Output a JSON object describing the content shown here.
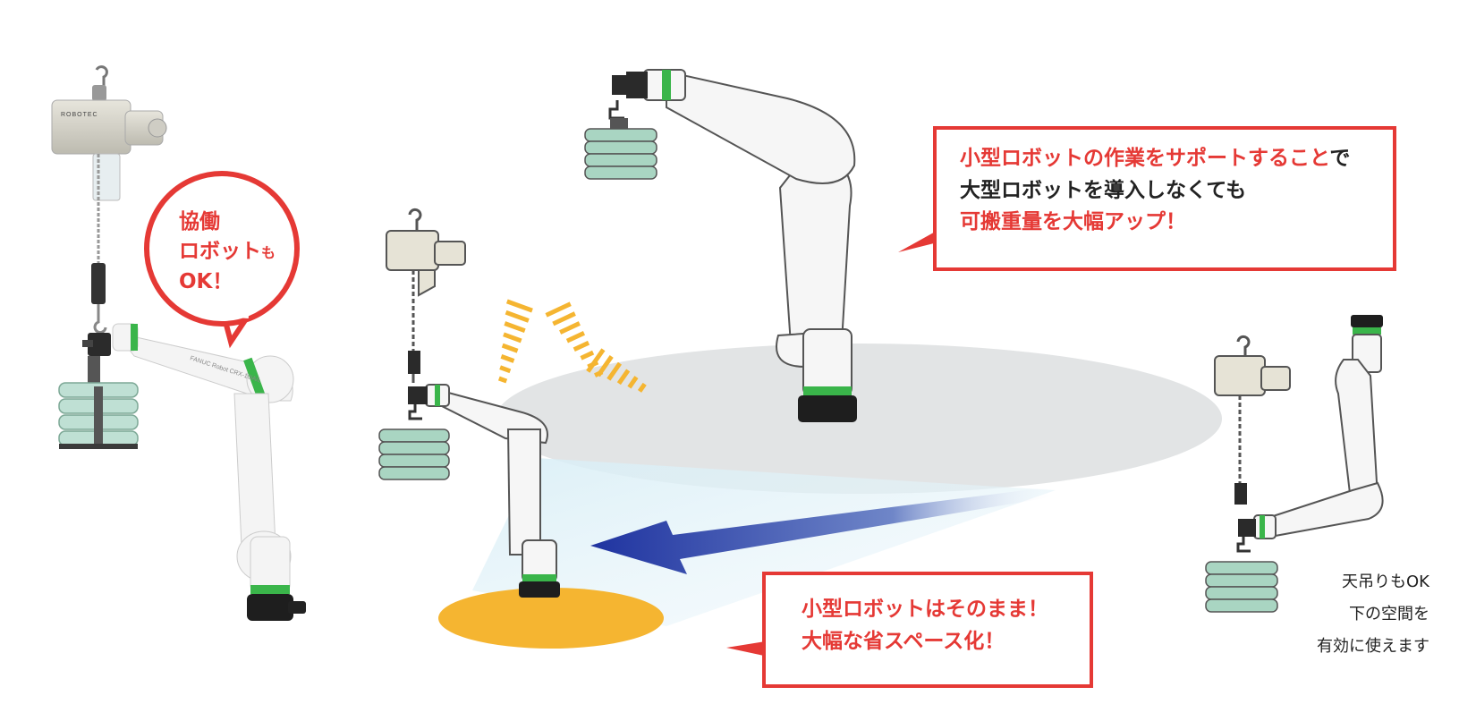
{
  "bubble": {
    "line1": "協働",
    "line2_main": "ロボット",
    "line2_small": "も",
    "line3": "OK！"
  },
  "box_top": {
    "line1_red": "小型ロボットの作業をサポートすること",
    "line1_dark": "で",
    "line2": "大型ロボットを導入しなくても",
    "line3": "可搬重量を大幅アップ！"
  },
  "box_bottom": {
    "line1": "小型ロボットはそのまま！",
    "line2": "大幅な省スペース化！"
  },
  "ceiling_note": {
    "line1": "天吊りもOK",
    "line2": "下の空間を",
    "line3": "有効に使えます"
  },
  "product_labels": {
    "hoist_brand": "ROBOTEC",
    "arm_label": "FANUC Robot CRX-10iA/L"
  },
  "colors": {
    "accent_red": "#e53935",
    "robot_green": "#3ab54a",
    "weight_teal": "#9fcfb8",
    "floor_gray": "#e2e4e5",
    "floor_yellow": "#f5b531",
    "arrow_blue": "#2b3e9c"
  }
}
